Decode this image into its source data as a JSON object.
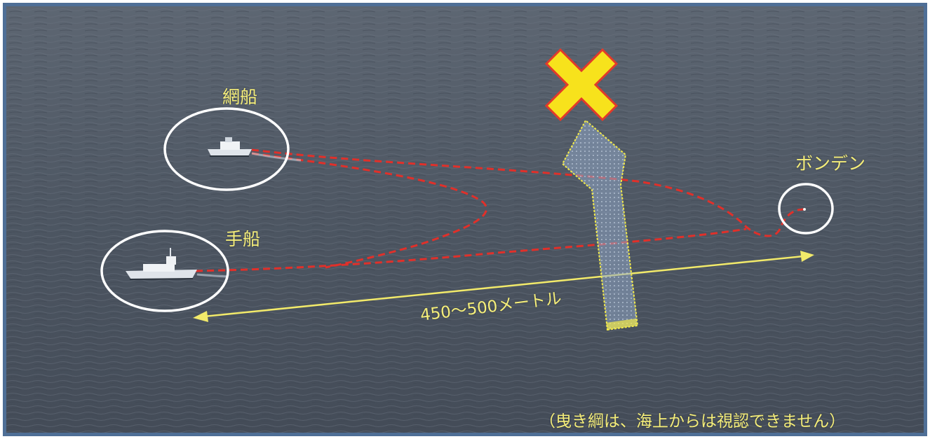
{
  "labels": {
    "aminebune": "網船",
    "tebune": "手船",
    "bonden": "ボンデン",
    "distance": "450〜500メートル",
    "note": "（曳き綱は、海上からは視認できません）"
  },
  "colors": {
    "sea": "#4c5562",
    "frame_border": "#4f6f96",
    "label_text": "#f5ee7a",
    "rope_line": "#e0302a",
    "circle": "#ffffff",
    "arrow_fill": "#8fa6c4",
    "arrow_outline": "#f2ea4a",
    "x_mark_fill": "#f7e21c",
    "x_mark_outline": "#e23a2a"
  },
  "icons": {
    "prohibition_mark": "x-mark-icon",
    "direction_arrow": "up-arrow-icon"
  }
}
